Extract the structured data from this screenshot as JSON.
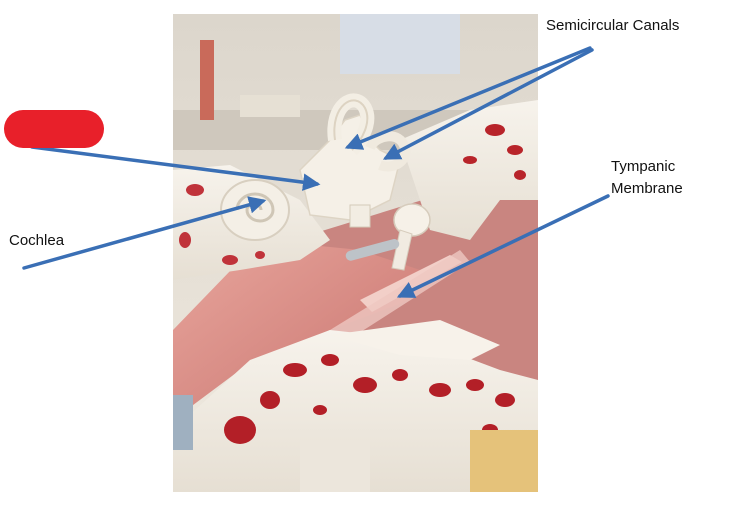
{
  "labels": {
    "semicircular_canals": "Semicircular Canals",
    "tympanic_line1": "Tympanic",
    "tympanic_line2": "Membrane",
    "cochlea": "Cochlea"
  },
  "colors": {
    "arrow": "#3a6fb5",
    "redaction": "#e8202a",
    "bone": "#f1ece2",
    "tissue": "#d98b86",
    "marrow": "#b8242a",
    "background_wall": "#e9e4dc"
  },
  "icons": {
    "redaction": "red-redaction-pill"
  }
}
